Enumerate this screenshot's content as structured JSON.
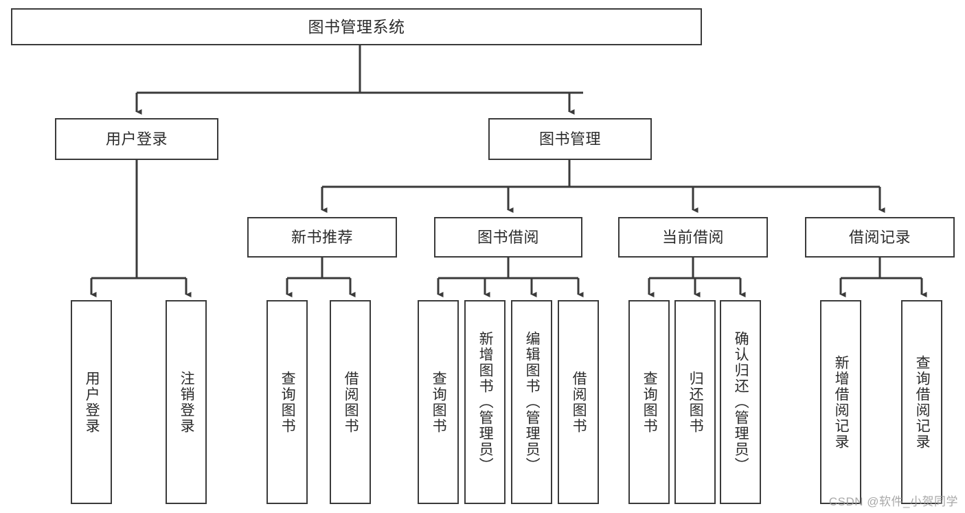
{
  "diagram": {
    "type": "tree",
    "title": "图书管理系统",
    "watermark": "CSDN @软件_小贺同学",
    "colors": {
      "stroke": "#3a3a3a",
      "text": "#2b2b2b",
      "background": "#ffffff",
      "watermark": "#9a9a9a"
    },
    "nodes": {
      "root": {
        "label": "图书管理系统"
      },
      "level1": [
        {
          "label": "用户登录"
        },
        {
          "label": "图书管理"
        }
      ],
      "level2": [
        {
          "label": "新书推荐"
        },
        {
          "label": "图书借阅"
        },
        {
          "label": "当前借阅"
        },
        {
          "label": "借阅记录"
        }
      ],
      "leaves_user_login": [
        {
          "label": "用户登录"
        },
        {
          "label": "注销登录"
        }
      ],
      "leaves_new_books": [
        {
          "label": "查询图书"
        },
        {
          "label": "借阅图书"
        }
      ],
      "leaves_borrow": [
        {
          "label": "查询图书"
        },
        {
          "label": "新增图书（管理员）"
        },
        {
          "label": "编辑图书（管理员）"
        },
        {
          "label": "借阅图书"
        }
      ],
      "leaves_current": [
        {
          "label": "查询图书"
        },
        {
          "label": "归还图书"
        },
        {
          "label": "确认归还（管理员）"
        }
      ],
      "leaves_records": [
        {
          "label": "新增借阅记录"
        },
        {
          "label": "查询借阅记录"
        }
      ]
    }
  }
}
